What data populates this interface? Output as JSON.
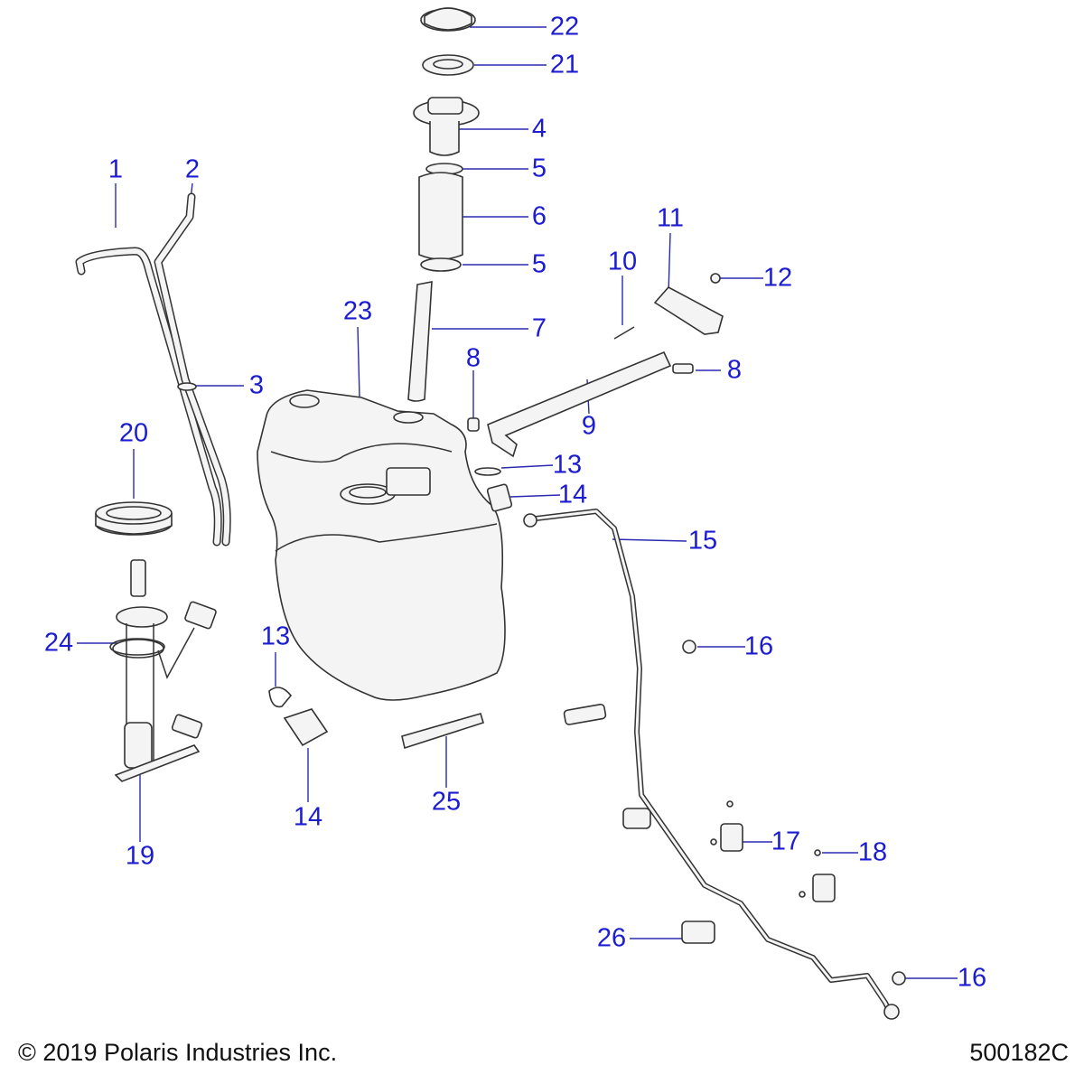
{
  "callouts": {
    "c22": "22",
    "c21": "21",
    "c4": "4",
    "c5a": "5",
    "c6": "6",
    "c5b": "5",
    "c7": "7",
    "c1": "1",
    "c2": "2",
    "c3": "3",
    "c23": "23",
    "c8a": "8",
    "c10": "10",
    "c11": "11",
    "c12": "12",
    "c8b": "8",
    "c9": "9",
    "c13a": "13",
    "c14a": "14",
    "c15": "15",
    "c16a": "16",
    "c20": "20",
    "c24": "24",
    "c13b": "13",
    "c14b": "14",
    "c25": "25",
    "c19": "19",
    "c17": "17",
    "c18": "18",
    "c26": "26",
    "c16b": "16"
  },
  "footer": {
    "copyright": "© 2019 Polaris Industries Inc.",
    "diagram_id": "500182C"
  },
  "colors": {
    "callout": "#1c1cd0",
    "line_art": "#333333"
  }
}
